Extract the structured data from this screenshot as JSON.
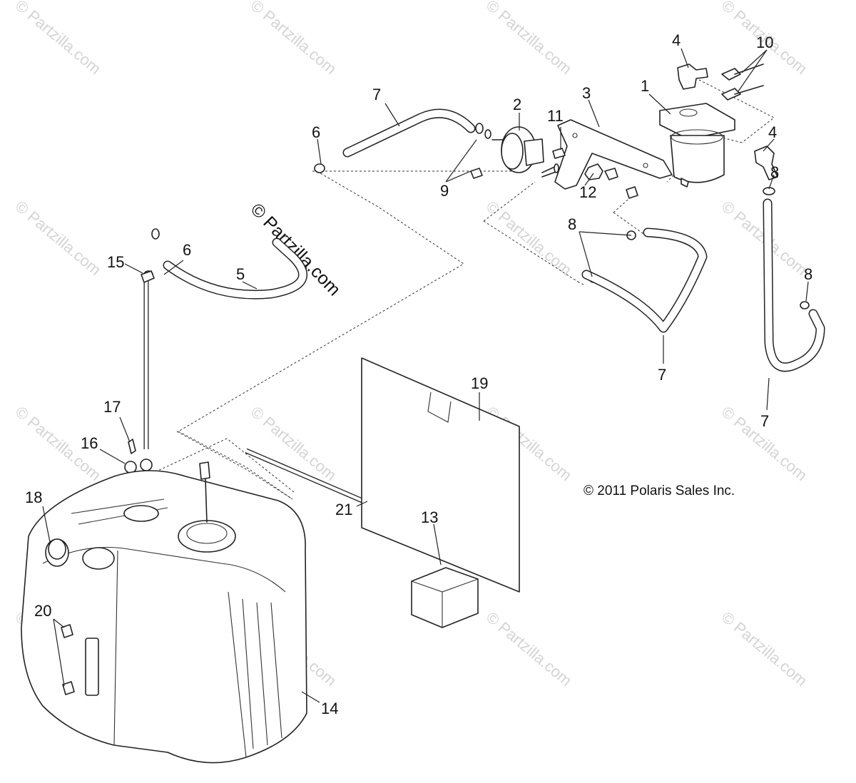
{
  "watermark": {
    "text": "© Partzilla.com",
    "large_text": "© Partzilla.com"
  },
  "copyright": "© 2011 Polaris Sales Inc.",
  "callouts": {
    "c1": "1",
    "c2": "2",
    "c3": "3",
    "c4a": "4",
    "c4b": "4",
    "c5": "5",
    "c6a": "6",
    "c6b": "6",
    "c7a": "7",
    "c7b": "7",
    "c7c": "7",
    "c8a": "8",
    "c8b": "8",
    "c8c": "8",
    "c9": "9",
    "c10": "10",
    "c11": "11",
    "c12": "12",
    "c13": "13",
    "c14": "14",
    "c15": "15",
    "c16": "16",
    "c17": "17",
    "c18": "18",
    "c19": "19",
    "c20": "20",
    "c21": "21"
  }
}
